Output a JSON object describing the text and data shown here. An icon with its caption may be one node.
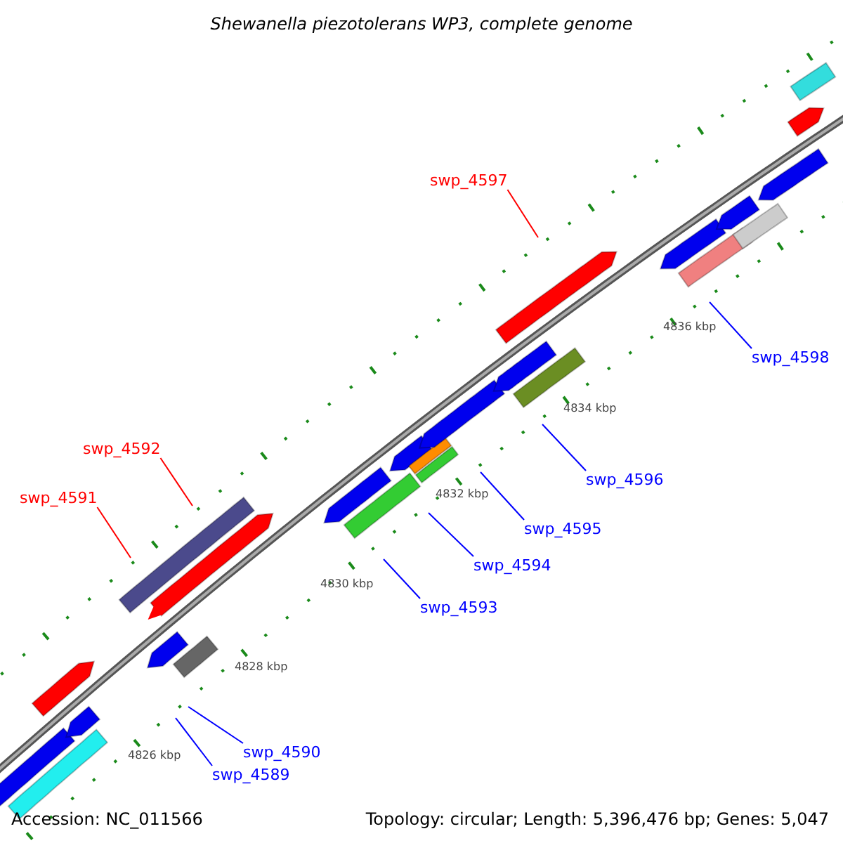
{
  "diagram": {
    "title": "Shewanella piezotolerans WP3, complete genome",
    "nodes": [
      {
        "text": [
          "swp_4597"
        ]
      },
      {
        "text": [
          "swp_4592"
        ]
      },
      {
        "text": [
          "swp_4591"
        ]
      },
      {
        "text": [
          "swp_4598"
        ]
      },
      {
        "text": [
          "swp_4596"
        ]
      },
      {
        "text": [
          "swp_4595"
        ]
      },
      {
        "text": [
          "swp_4594"
        ]
      },
      {
        "text": [
          "swp_4593"
        ]
      },
      {
        "text": [
          "swp_4590"
        ]
      },
      {
        "text": [
          "swp_4589"
        ]
      }
    ],
    "edges": [
      {
        "from": 0,
        "to": null,
        "arrow": "none",
        "color": "#ff0000"
      },
      {
        "from": 1,
        "to": null,
        "arrow": "none",
        "color": "#ff0000"
      },
      {
        "from": 2,
        "to": null,
        "arrow": "none",
        "color": "#ff0000"
      },
      {
        "from": 3,
        "to": null,
        "arrow": "none"
      },
      {
        "from": 4,
        "to": null,
        "arrow": "none"
      },
      {
        "from": 5,
        "to": null,
        "arrow": "none"
      },
      {
        "from": 6,
        "to": null,
        "arrow": "none"
      },
      {
        "from": 7,
        "to": null,
        "arrow": "none"
      },
      {
        "from": 8,
        "to": null,
        "arrow": "none"
      },
      {
        "from": 9,
        "to": null,
        "arrow": "none"
      }
    ],
    "labels": [
      "4836 kbp",
      "4834 kbp",
      "4832 kbp",
      "4830 kbp",
      "4828 kbp",
      "4826 kbp",
      "Accession: NC_011566",
      "Topology: circular; Length: 5,396,476 bp; Genes: 5,047"
    ]
  }
}
